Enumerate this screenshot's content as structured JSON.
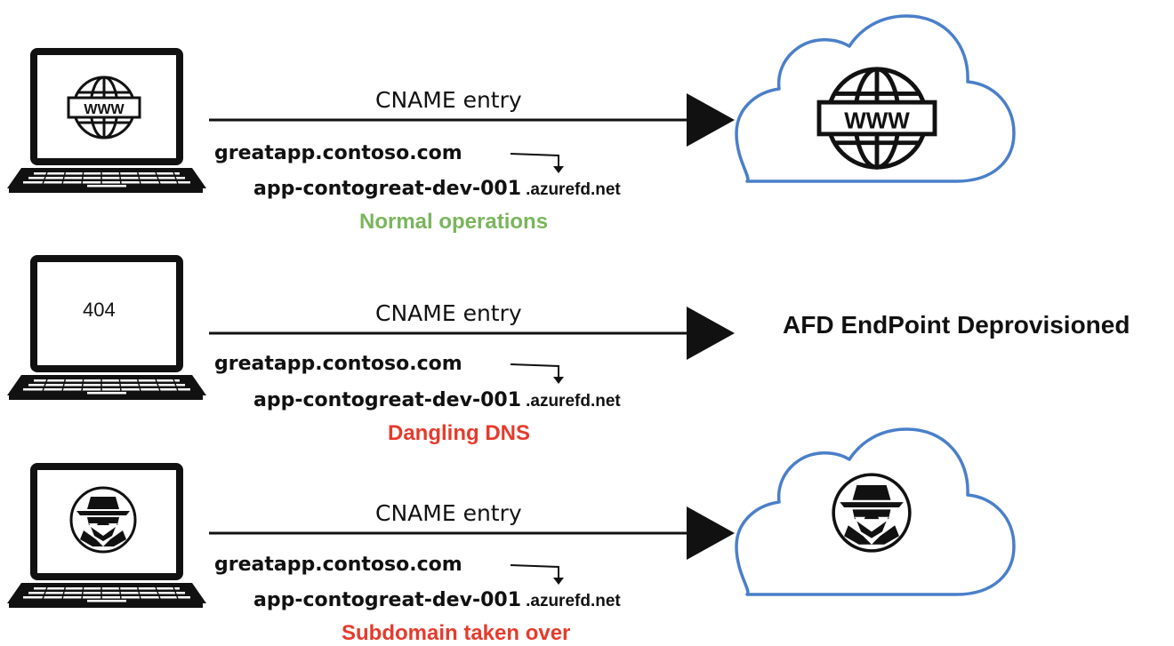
{
  "rows": [
    {
      "cname_label": "CNAME entry",
      "domain": "greatapp.contoso.com",
      "target_host": "app-contogreat-dev-001",
      "target_zone": ".azurefd.net",
      "status": "Normal operations",
      "status_color": "#7ab55c",
      "laptop_icon": "www-globe-icon",
      "destination_icon": "cloud-www-icon"
    },
    {
      "cname_label": "CNAME entry",
      "domain": "greatapp.contoso.com",
      "target_host": "app-contogreat-dev-001",
      "target_zone": ".azurefd.net",
      "status": "Dangling DNS",
      "status_color": "#e53b2c",
      "laptop_screen_text": "404",
      "destination_text": "AFD EndPoint Deprovisioned"
    },
    {
      "cname_label": "CNAME entry",
      "domain": "greatapp.contoso.com",
      "target_host": "app-contogreat-dev-001",
      "target_zone": ".azurefd.net",
      "status": "Subdomain taken over",
      "status_color": "#e53b2c",
      "laptop_icon": "hacker-icon",
      "destination_icon": "cloud-hacker-icon"
    }
  ],
  "colors": {
    "cloud_stroke": "#4a7fc9",
    "arrow": "#111111"
  }
}
